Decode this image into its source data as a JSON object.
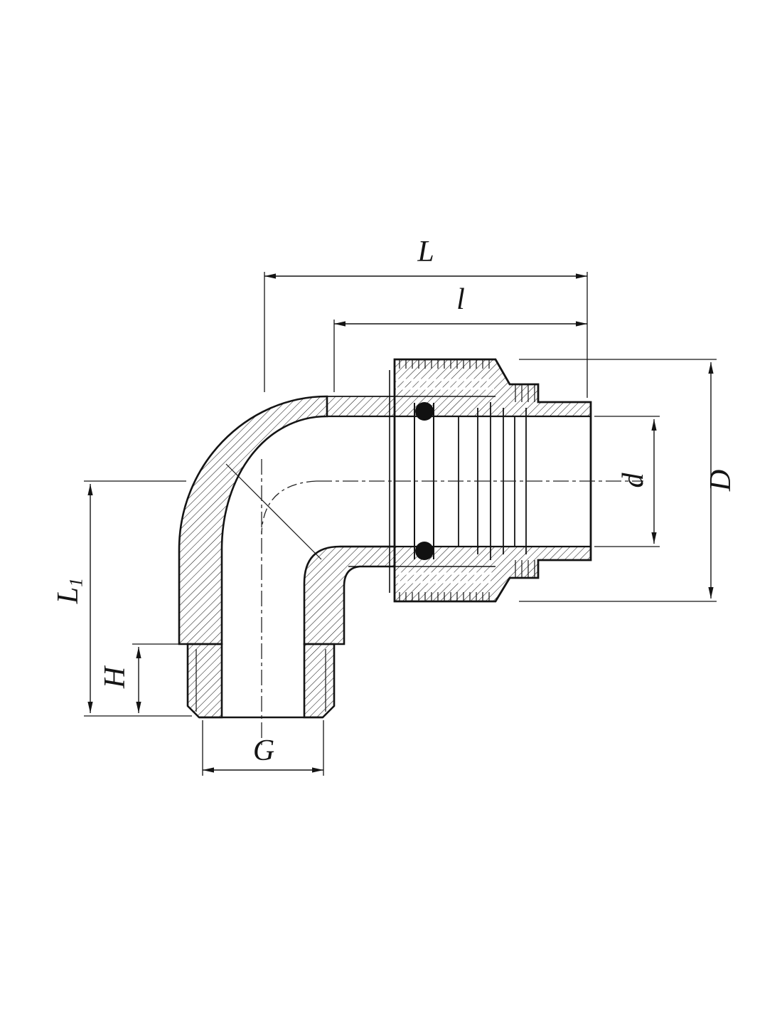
{
  "diagram": {
    "type": "technical-drawing",
    "labels": {
      "L": "L",
      "l": "l",
      "L1_main": "L",
      "L1_sub": "1",
      "H": "H",
      "G": "G",
      "d": "d",
      "D": "D"
    },
    "colors": {
      "line": "#141414",
      "background": "#ffffff",
      "o_ring": "#111111"
    }
  }
}
